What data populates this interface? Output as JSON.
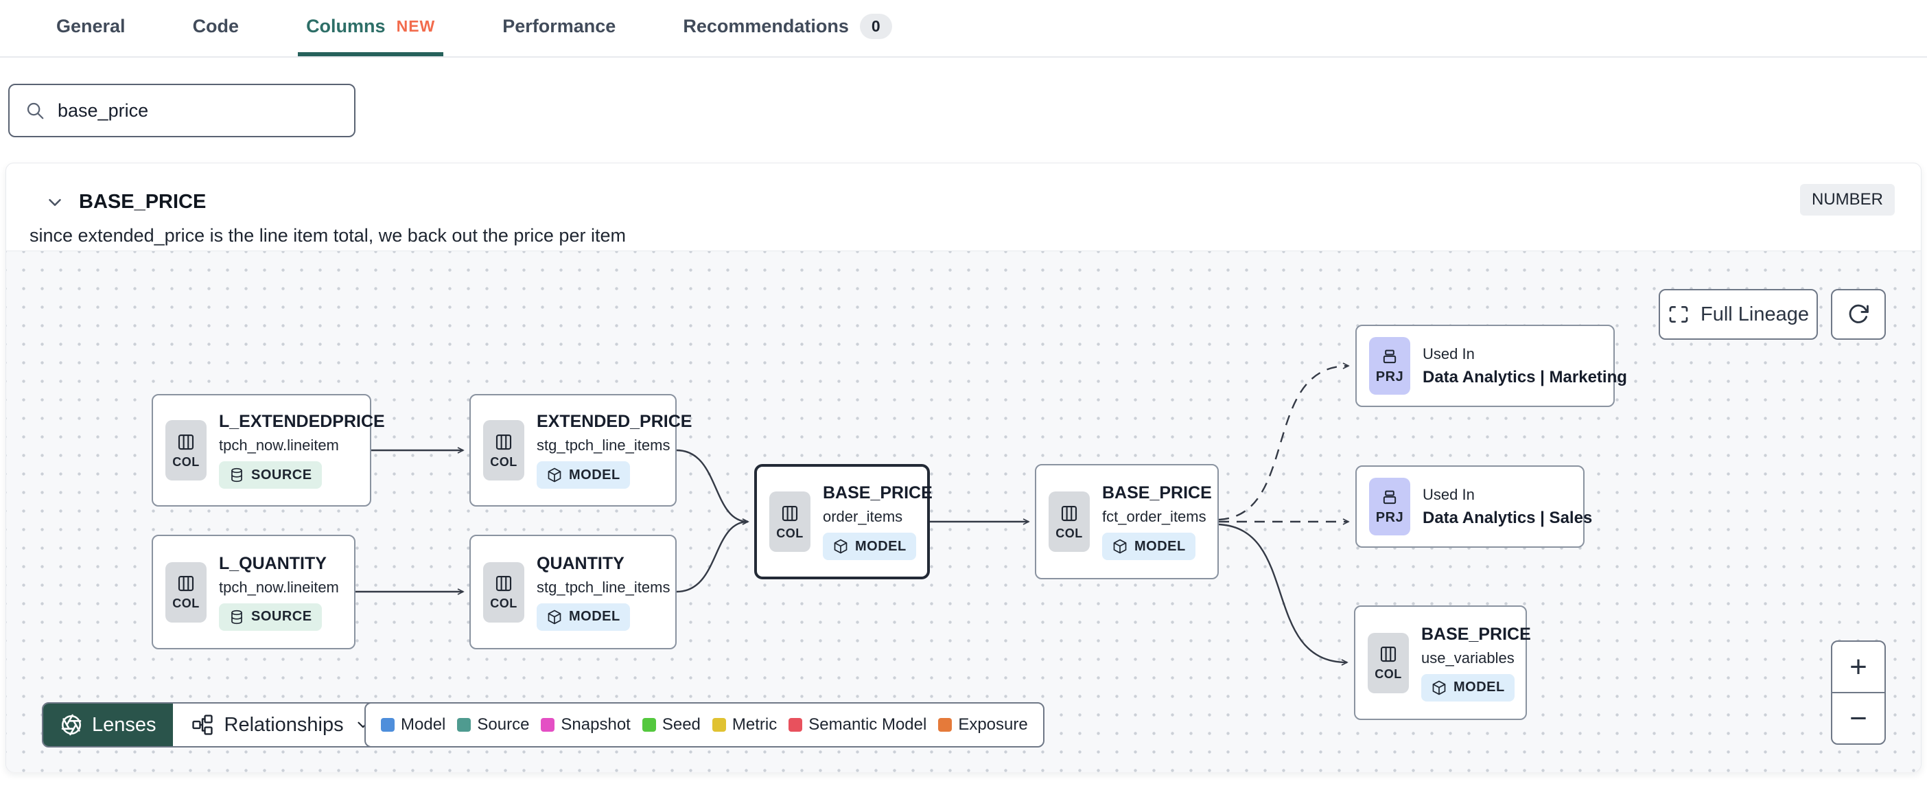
{
  "tabs": {
    "items": [
      {
        "label": "General"
      },
      {
        "label": "Code"
      },
      {
        "label": "Columns",
        "badge": "NEW"
      },
      {
        "label": "Performance"
      },
      {
        "label": "Recommendations",
        "count": "0"
      }
    ]
  },
  "search": {
    "value": "base_price"
  },
  "column_panel": {
    "name": "BASE_PRICE",
    "type": "NUMBER",
    "description": "since extended_price is the line item total, we back out the price per item"
  },
  "lineage": {
    "nodes": [
      {
        "kind": "COL",
        "title": "L_EXTENDEDPRICE",
        "subtitle": "tpch_now.lineitem",
        "badge": "SOURCE"
      },
      {
        "kind": "COL",
        "title": "EXTENDED_PRICE",
        "subtitle": "stg_tpch_line_items",
        "badge": "MODEL"
      },
      {
        "kind": "COL",
        "title": "L_QUANTITY",
        "subtitle": "tpch_now.lineitem",
        "badge": "SOURCE"
      },
      {
        "kind": "COL",
        "title": "QUANTITY",
        "subtitle": "stg_tpch_line_items",
        "badge": "MODEL"
      },
      {
        "kind": "COL",
        "title": "BASE_PRICE",
        "subtitle": "order_items",
        "badge": "MODEL"
      },
      {
        "kind": "COL",
        "title": "BASE_PRICE",
        "subtitle": "fct_order_items",
        "badge": "MODEL"
      },
      {
        "kind": "PRJ",
        "label": "Used In",
        "title": "Data Analytics | Marketing"
      },
      {
        "kind": "PRJ",
        "label": "Used In",
        "title": "Data Analytics | Sales"
      },
      {
        "kind": "COL",
        "title": "BASE_PRICE",
        "subtitle": "use_variables",
        "badge": "MODEL"
      }
    ],
    "controls": {
      "full_lineage": "Full Lineage",
      "zoom_in": "+",
      "zoom_out": "−"
    },
    "toolbar": {
      "lenses": "Lenses",
      "relationships": "Relationships"
    },
    "legend": [
      {
        "label": "Model",
        "color": "#4e8edb"
      },
      {
        "label": "Source",
        "color": "#4f9b90"
      },
      {
        "label": "Snapshot",
        "color": "#e44fc4"
      },
      {
        "label": "Seed",
        "color": "#54c83e"
      },
      {
        "label": "Metric",
        "color": "#e0c232"
      },
      {
        "label": "Semantic Model",
        "color": "#e8515d"
      },
      {
        "label": "Exposure",
        "color": "#e57a3a"
      }
    ]
  }
}
